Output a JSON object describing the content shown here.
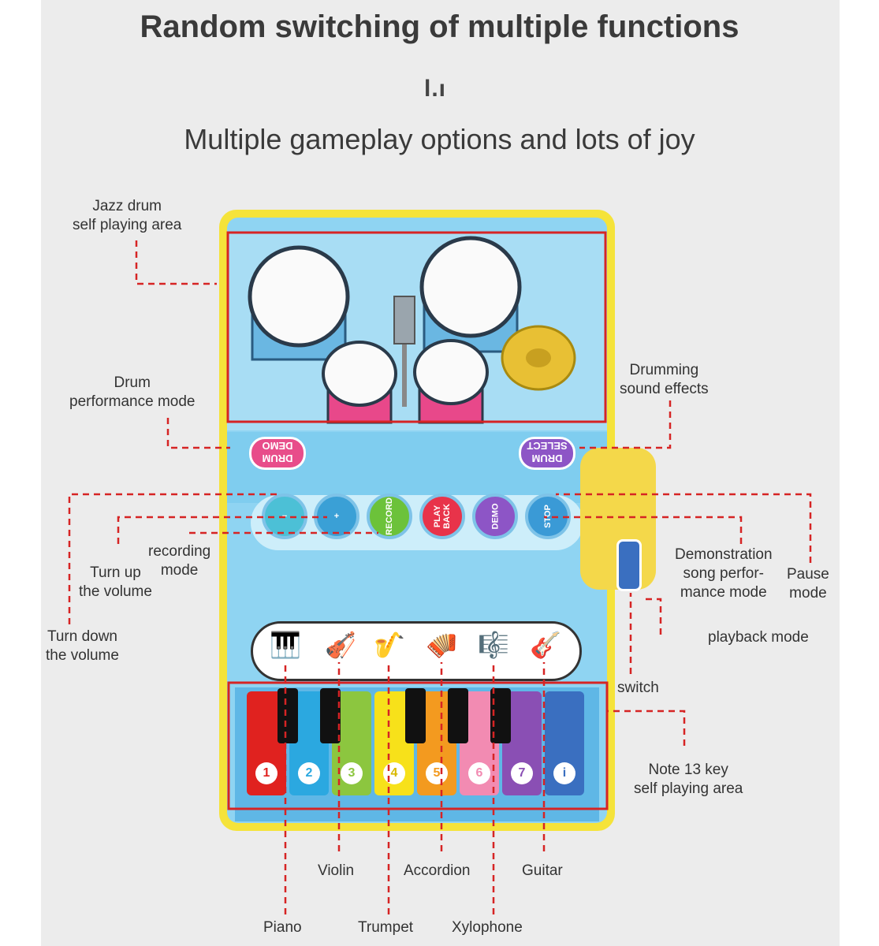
{
  "header": {
    "title": "Random switching of multiple functions",
    "separator": "l.ı",
    "subtitle": "Multiple gameplay options and lots of joy"
  },
  "callouts": {
    "jazz_drum": [
      "Jazz drum",
      "self playing area"
    ],
    "drum_performance": [
      "Drum",
      "performance mode"
    ],
    "drumming_sound": [
      "Drumming",
      "sound effects"
    ],
    "recording_mode": [
      "recording",
      "mode"
    ],
    "turn_up": [
      "Turn up",
      "the volume"
    ],
    "turn_down": [
      "Turn down",
      "the volume"
    ],
    "demonstration": [
      "Demonstration",
      "song perfor-",
      "mance mode"
    ],
    "pause": [
      "Pause",
      "mode"
    ],
    "playback": "playback mode",
    "switch": "switch",
    "note13": [
      "Note 13 key",
      "self playing area"
    ],
    "violin": "Violin",
    "accordion": "Accordion",
    "guitar": "Guitar",
    "piano": "Piano",
    "trumpet": "Trumpet",
    "xylophone": "Xylophone"
  },
  "mat": {
    "drum_demo_label": [
      "DRUM",
      "DEMO"
    ],
    "drum_select_label": [
      "DRUM",
      "SELECT"
    ],
    "buttons": [
      {
        "label": "−",
        "color": "#4cc0d6"
      },
      {
        "label": "+",
        "color": "#3aa0d6"
      },
      {
        "label": "RECORD",
        "color": "#6cc23a"
      },
      {
        "label": "PLAY BACK",
        "color": "#e8334a"
      },
      {
        "label": "DEMO",
        "color": "#8d55c6"
      },
      {
        "label": "STOP",
        "color": "#3a9ad6"
      }
    ],
    "keys": [
      {
        "num": "1",
        "color": "#e0221f"
      },
      {
        "num": "2",
        "color": "#2ba8e0"
      },
      {
        "num": "3",
        "color": "#8cc63f"
      },
      {
        "num": "4",
        "color": "#f7e11a"
      },
      {
        "num": "5",
        "color": "#f39a1f"
      },
      {
        "num": "6",
        "color": "#f28bb2"
      },
      {
        "num": "7",
        "color": "#8a4fb4"
      },
      {
        "num": "i",
        "color": "#3a6fc0"
      }
    ],
    "instrument_icons": [
      "piano-icon",
      "violin-icon",
      "trumpet-icon",
      "accordion-icon",
      "xylophone-icon",
      "guitar-icon"
    ]
  }
}
